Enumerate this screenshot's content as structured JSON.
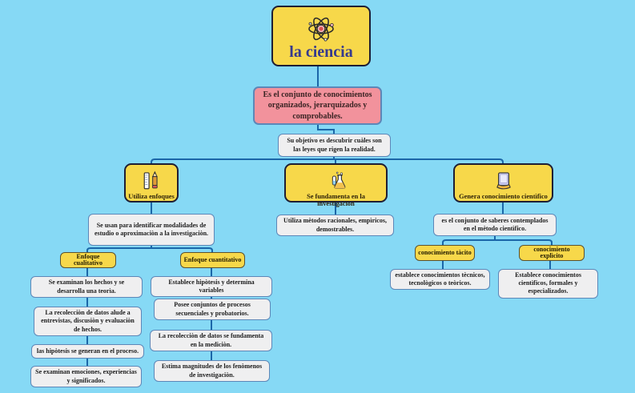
{
  "root": {
    "title": "la ciencia"
  },
  "definition": "Es el conjunto de conocimientos organizados, jerarquizados y comprobables.",
  "objective": "Su objetivo es descubrir cuàles son las leyes que rigen la realidad.",
  "branches": [
    {
      "label": "Utiliza enfoques",
      "icon": "ruler-pencil-icon",
      "description": "Se usan para identificar modalidades de estudio o aproximaciòn a la investigaciòn.",
      "subtopics": [
        {
          "label": "Enfoque cualitativo",
          "items": [
            "Se examinan los hechos y se desarrolla una teorìa.",
            "La recolecciòn de datos alude a entrevistas, discusiòn y evaluaciòn de hechos.",
            "las hipòtesis se generan en el proceso.",
            "Se examinan emociones, experiencias y significados."
          ]
        },
        {
          "label": "Enfoque cuantitativo",
          "items": [
            "Establece hipòtesis y determina variables",
            "Posee conjuntos de procesos secuenciales y probatorios.",
            "La recolecciòn de datos se fundamenta en la mediciòn.",
            "Estima magnitudes de los fenòmenos de investigaciòn."
          ]
        }
      ]
    },
    {
      "label": "Se fundamenta en la investigaciòn",
      "icon": "flask-icon",
      "description": "Utiliza mètodos racionales, empìricos, demostrables.",
      "subtopics": []
    },
    {
      "label": "Genera conocimiento cientìfico",
      "icon": "computer-icon",
      "description": "es el conjunto de saberes contemplados en el mètodo cientìfico.",
      "subtopics": [
        {
          "label": "conocimiento tàcito",
          "items": [
            "establece conocimientos tècnicos, tecnològicos o teòricos."
          ]
        },
        {
          "label": "conocimiento explìcito",
          "items": [
            "Establece conocimientos cientìficos, formales y especializados."
          ]
        }
      ]
    }
  ],
  "colors": {
    "background": "#86d9f5",
    "topic_fill": "#f7d84a",
    "definition_fill": "#f2929c",
    "card_fill": "#efeff0",
    "card_border": "#5d87b8",
    "connector": "#1b66a8",
    "title_text": "#363a8e"
  }
}
